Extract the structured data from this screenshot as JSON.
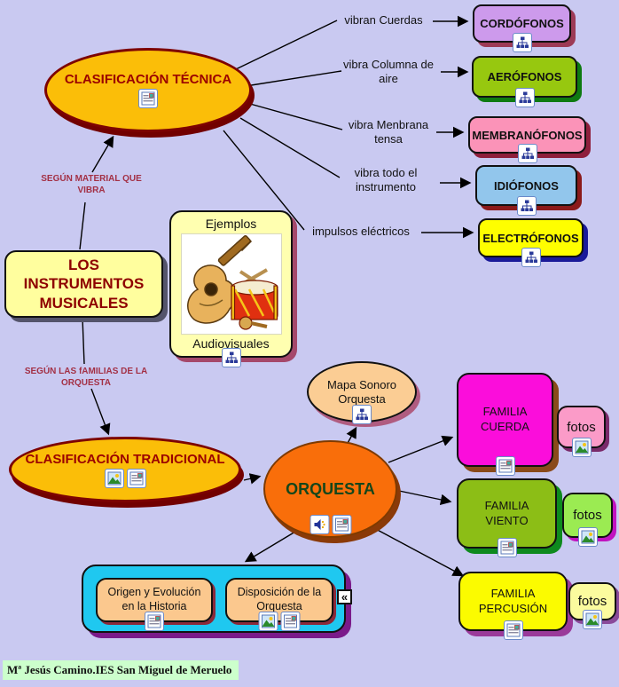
{
  "page": {
    "background_color": "#c9c9f1",
    "footer_credit": "Mª Jesús Camino.IES San Miguel de Meruelo",
    "footer_background": "#ccffcc"
  },
  "root_node": {
    "label": "LOS INSTRUMENTOS MUSICALES",
    "fill": "#fffe9e",
    "text_color": "#8e0000"
  },
  "tecnica": {
    "label": "CLASIFICACIÓN TÉCNICA",
    "fill": "#fbbe08",
    "text_color": "#9b0000",
    "link_label": "SEGÚN MATERIAL QUE VIBRA",
    "branches": [
      {
        "link": "vibran Cuerdas",
        "node": "CORDÓFONOS",
        "fill": "#cd9aec",
        "shadow": "#9d3a56"
      },
      {
        "link": "vibra Columna de aire",
        "node": "AERÓFONOS",
        "fill": "#97c80f",
        "shadow": "#0e7a12"
      },
      {
        "link": "vibra Menbrana tensa",
        "node": "MEMBRANÓFONOS",
        "fill": "#fb93b8",
        "shadow": "#8e1f3c"
      },
      {
        "link": "vibra todo el instrumento",
        "node": "IDIÓFONOS",
        "fill": "#92c6ec",
        "shadow": "#8b1a1a"
      },
      {
        "link": "impulsos eléctricos",
        "node": "ELECTRÓFONOS",
        "fill": "#fefe00",
        "shadow": "#1a1a99"
      }
    ]
  },
  "ejemplos": {
    "top_label": "Ejemplos",
    "bottom_label": "Audiovisuales",
    "image": "guitar-and-drum-clipart",
    "fill": "#ffffb0"
  },
  "tradicional": {
    "label": "CLASIFICACIÓN TRADICIONAL",
    "fill": "#fbbe08",
    "text_color": "#9b0000",
    "link_label": "SEGÚN LAS fAMILIAS DE LA ORQUESTA"
  },
  "orquesta": {
    "label": "ORQUESTA",
    "fill": "#f96e0a",
    "text_color": "#14461a",
    "mapa_sonoro": {
      "label": "Mapa Sonoro Orquesta",
      "fill": "#fbcd94"
    },
    "familias": [
      {
        "node": "FAMILIA CUERDA",
        "fotos_label": "fotos",
        "fill": "#fb0ddb",
        "fotos_fill": "#fb9bc8"
      },
      {
        "node": "FAMILIA VIENTO",
        "fotos_label": "fotos",
        "fill": "#8cbe16",
        "fotos_fill": "#9beb52"
      },
      {
        "node": "FAMILIA PERCUSIÓN",
        "fotos_label": "fotos",
        "fill": "#fbfb00",
        "fotos_fill": "#fbfb9e"
      }
    ],
    "historia": "Origen y Evolución en la Historia",
    "disposicion": "Disposición de la Orquesta",
    "chevron": "«"
  },
  "icons": {
    "document": "document-resource-icon",
    "sitemap": "concept-map-icon",
    "picture": "image-resource-icon",
    "speaker": "audio-resource-icon",
    "chevron": "collapse-left-icon"
  }
}
